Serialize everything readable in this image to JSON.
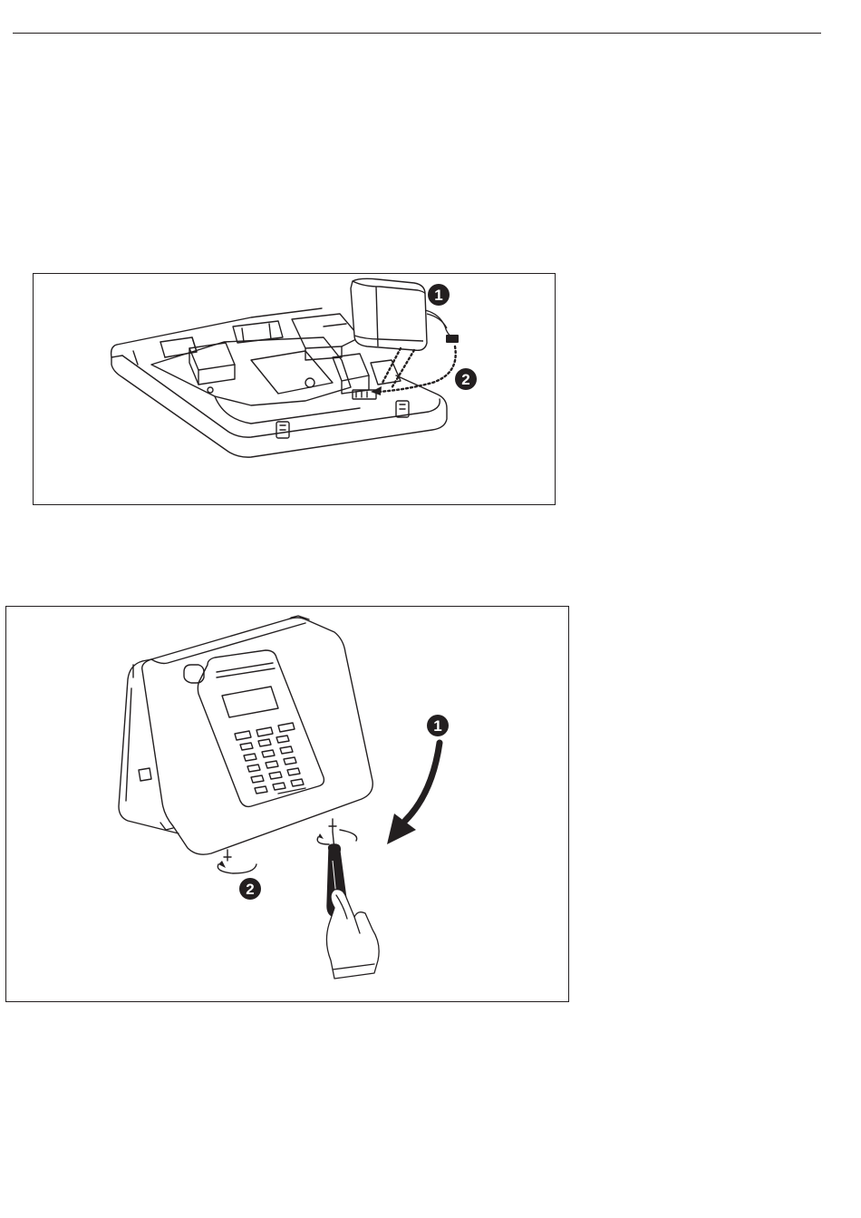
{
  "figures": [
    {
      "name": "battery-connection",
      "callouts": [
        "1",
        "2"
      ]
    },
    {
      "name": "front-cover-closing",
      "callouts": [
        "1",
        "2"
      ]
    }
  ],
  "colors": {
    "line": "#231f20",
    "callout_fill": "#231f20",
    "callout_text": "#ffffff"
  }
}
